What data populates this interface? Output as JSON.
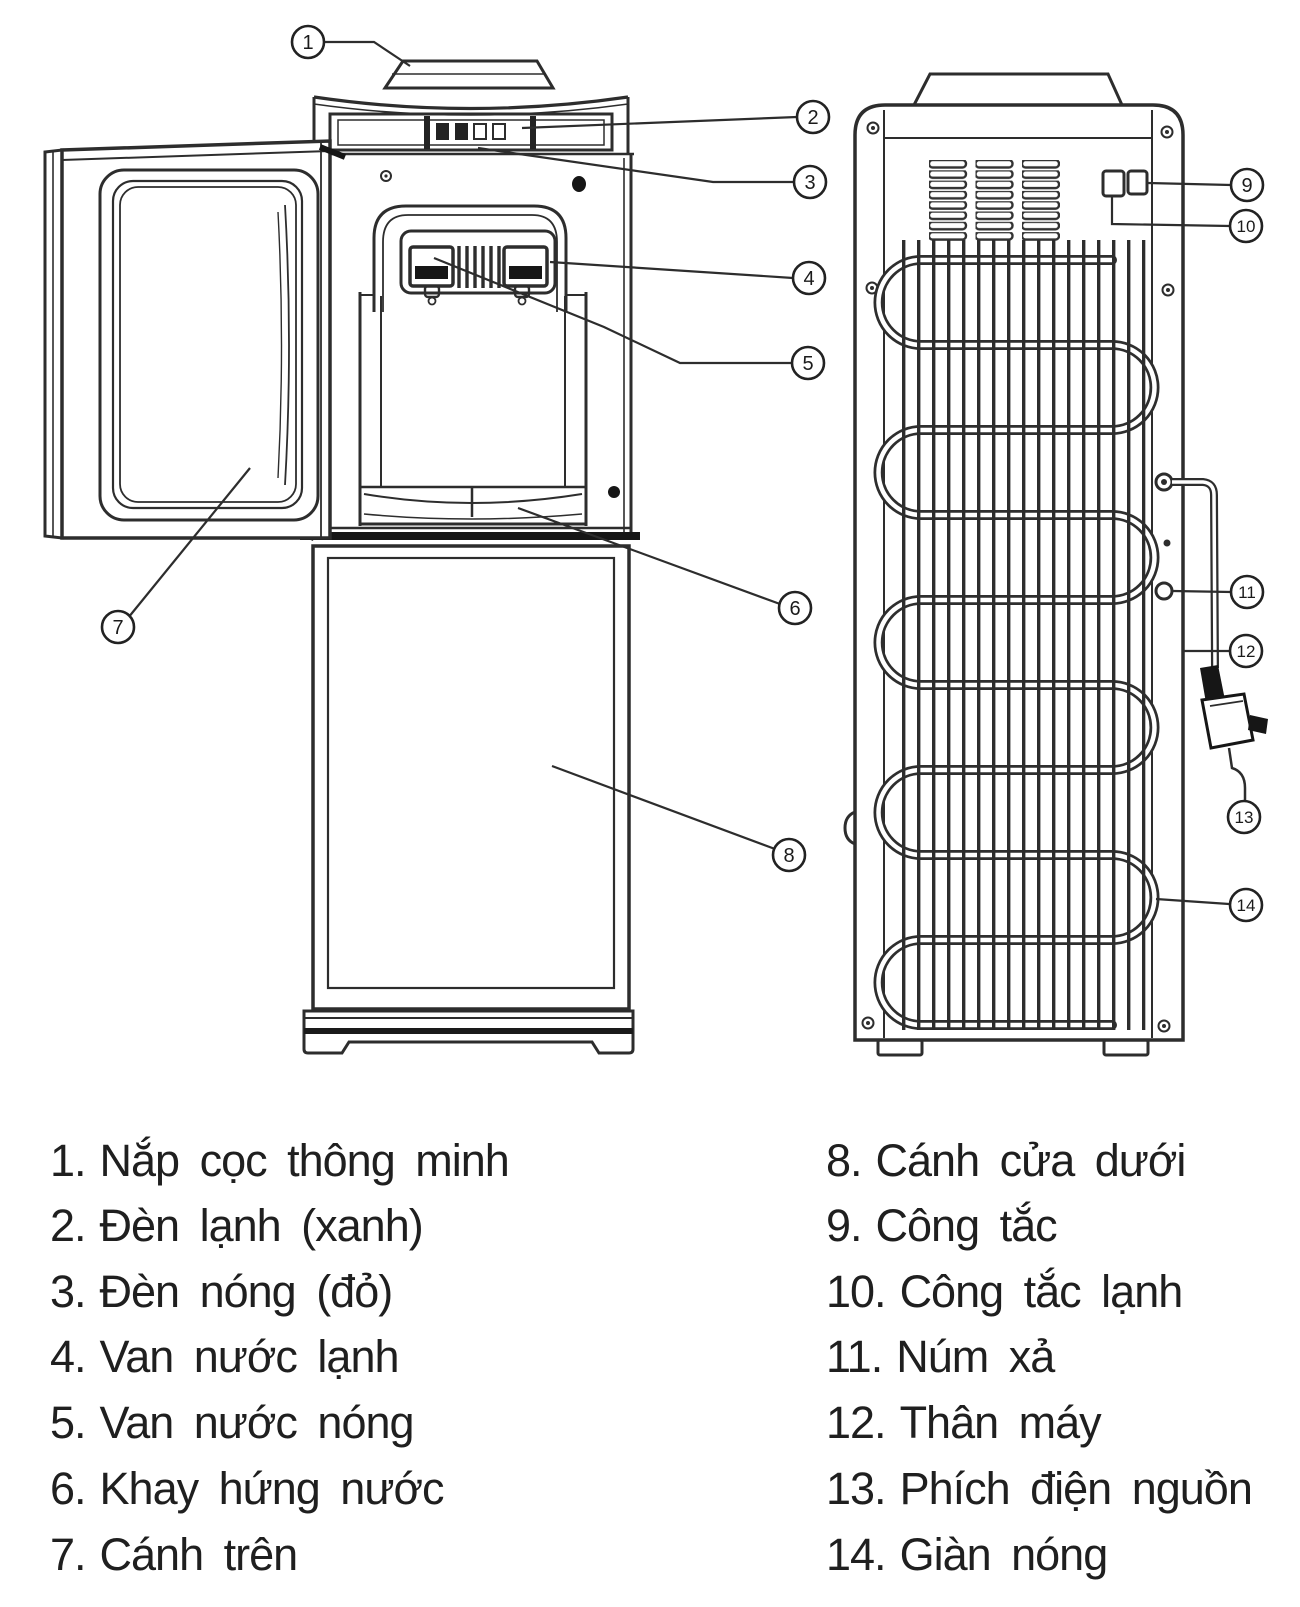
{
  "title": "Water dispenser parts diagram",
  "callouts": [
    "1",
    "2",
    "3",
    "4",
    "5",
    "6",
    "7",
    "8",
    "9",
    "10",
    "11",
    "12",
    "13",
    "14"
  ],
  "legend": {
    "left": [
      {
        "num": "1.",
        "label": "Nắp cọc thông minh"
      },
      {
        "num": "2.",
        "label": "Đèn lạnh (xanh)"
      },
      {
        "num": "3.",
        "label": "Đèn nóng (đỏ)"
      },
      {
        "num": "4.",
        "label": "Van nước lạnh"
      },
      {
        "num": "5.",
        "label": "Van nước nóng"
      },
      {
        "num": "6.",
        "label": "Khay hứng nước"
      },
      {
        "num": "7.",
        "label": "Cánh trên"
      }
    ],
    "right": [
      {
        "num": "8.",
        "label": "Cánh cửa dưới"
      },
      {
        "num": "9.",
        "label": "Công tắc"
      },
      {
        "num": "10.",
        "label": "Công tắc lạnh"
      },
      {
        "num": "11.",
        "label": "Núm xả"
      },
      {
        "num": "12.",
        "label": "Thân máy"
      },
      {
        "num": "13.",
        "label": "Phích điện nguồn"
      },
      {
        "num": "14.",
        "label": "Giàn nóng"
      }
    ]
  },
  "colors": {
    "background": "#ffffff",
    "line": "#2d2d2d",
    "text": "#1f1f1f",
    "dark_fill": "#161616"
  }
}
